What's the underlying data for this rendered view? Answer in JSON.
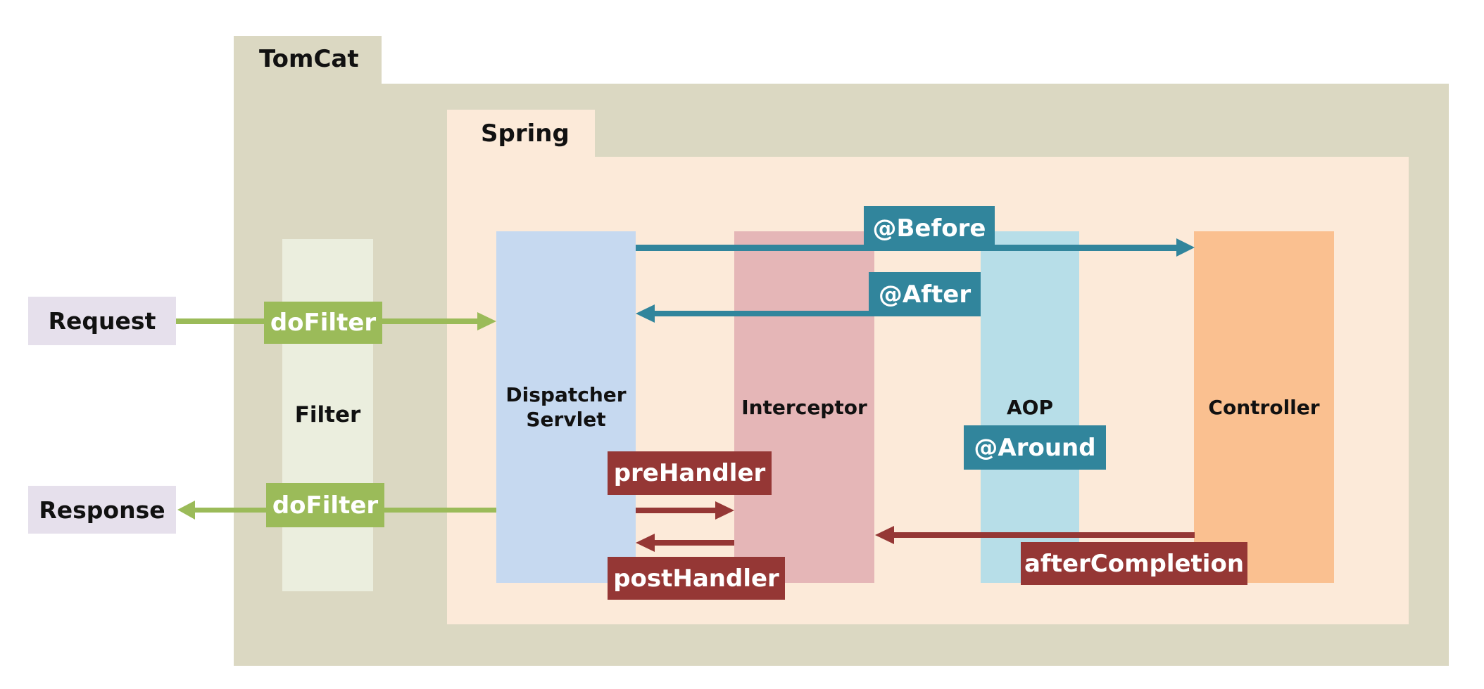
{
  "containers": {
    "tomcat": "TomCat",
    "spring": "Spring"
  },
  "endpoints": {
    "request": "Request",
    "response": "Response"
  },
  "components": {
    "filter": "Filter",
    "dispatcher_line1": "Dispatcher",
    "dispatcher_line2": "Servlet",
    "interceptor": "Interceptor",
    "aop": "AOP",
    "controller": "Controller"
  },
  "tags": {
    "do_filter_request": "doFilter",
    "do_filter_response": "doFilter",
    "before": "@Before",
    "after": "@After",
    "around": "@Around",
    "pre_handler": "preHandler",
    "post_handler": "postHandler",
    "after_completion": "afterCompletion"
  },
  "colors": {
    "tomcat": "#DBD8C2",
    "spring": "#FCEAD9",
    "filter": "#EBEEDE",
    "dispatcher": "#C6D9F0",
    "interceptor": "#E5B6B7",
    "aop": "#B7DEE8",
    "controller": "#FAC090",
    "filter_flow": "#9BBB59",
    "aop_flow": "#31859C",
    "interceptor_flow": "#953735",
    "endpoint": "#E6E0EC"
  }
}
